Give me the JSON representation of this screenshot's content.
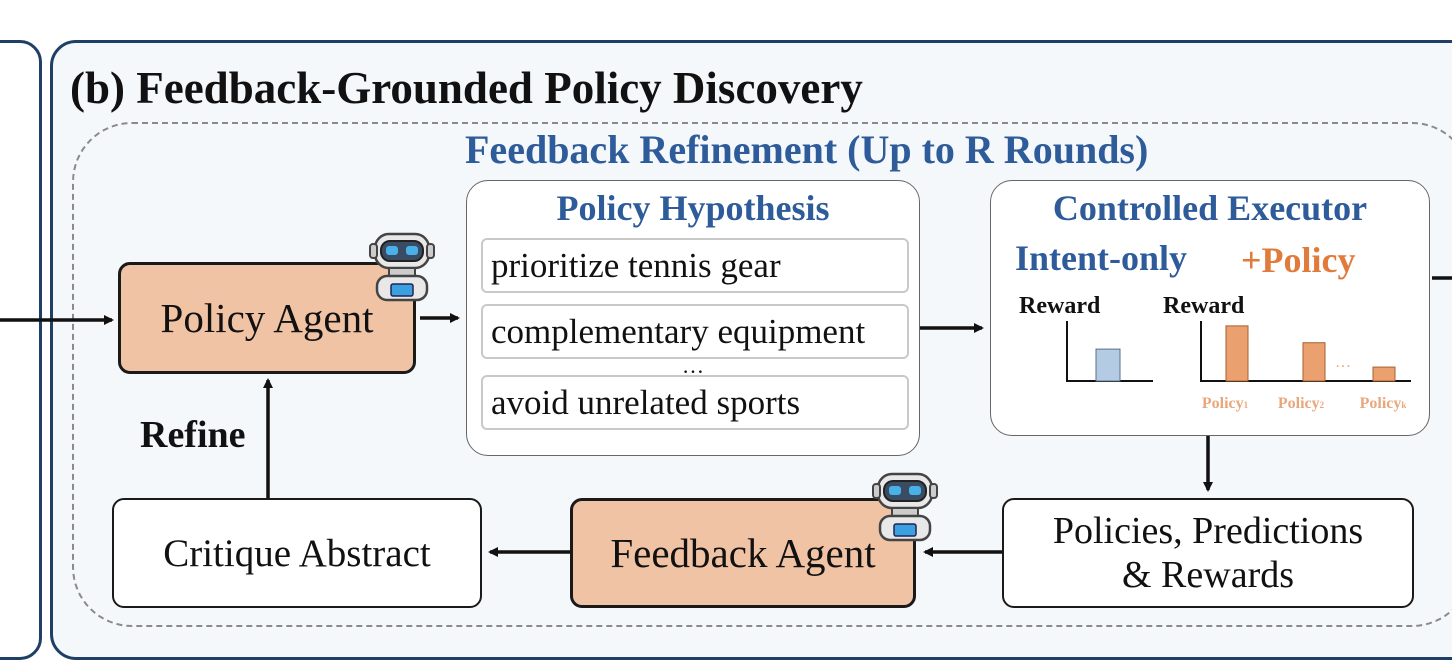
{
  "panel": {
    "title": "(b) Feedback-Grounded Policy Discovery",
    "loop_title": "Feedback Refinement (Up to R Rounds)"
  },
  "policy_agent": {
    "label": "Policy Agent"
  },
  "refine_label": "Refine",
  "critique": {
    "label": "Critique Abstract"
  },
  "feedback_agent": {
    "label": "Feedback Agent"
  },
  "results": {
    "line1": "Policies, Predictions",
    "line2": "& Rewards"
  },
  "hypothesis": {
    "title": "Policy Hypothesis",
    "items": [
      "prioritize tennis gear",
      "complementary equipment",
      "avoid unrelated sports"
    ],
    "ellipsis": "…"
  },
  "executor": {
    "title": "Controlled Executor",
    "intent_label": "Intent-only",
    "policy_label": "+Policy",
    "reward_label_left": "Reward",
    "reward_label_right": "Reward",
    "bar_ellipsis": "…",
    "policy_bars": [
      {
        "base": "Policy",
        "sub": "1"
      },
      {
        "base": "Policy",
        "sub": "2"
      },
      {
        "base": "Policy",
        "sub": "k"
      }
    ]
  },
  "colors": {
    "accent_blue": "#2e5b9a",
    "accent_orange": "#e07b3c",
    "agent_fill": "#f1c3a5",
    "panel_bg": "#f5f8fb",
    "panel_border": "#1f3f66",
    "bar_blue": "#b4cbe4",
    "bar_orange": "#eaa06f",
    "bar_label_orange": "#e9a77b"
  },
  "chart_data": [
    {
      "type": "bar",
      "xlabel": "",
      "ylabel": "Reward",
      "categories": [
        ""
      ],
      "values": [
        0.55
      ]
    },
    {
      "type": "bar",
      "xlabel": "",
      "ylabel": "Reward",
      "categories": [
        "Policy1",
        "Policy2",
        "Policyk"
      ],
      "values": [
        0.95,
        0.66,
        0.24
      ]
    }
  ]
}
